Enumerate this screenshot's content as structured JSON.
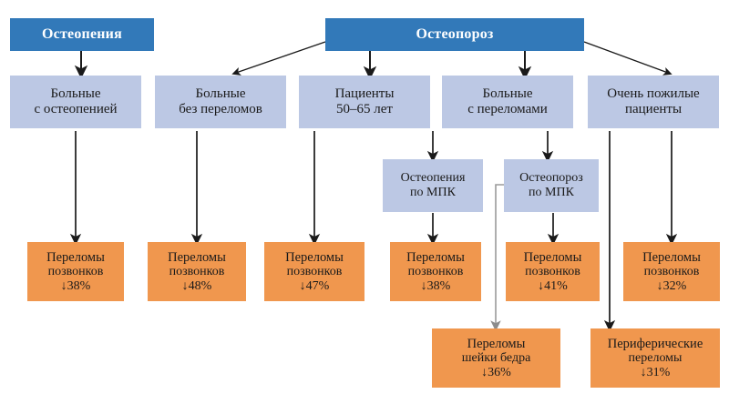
{
  "diagram": {
    "title": "Osteopenia / Osteoporosis fracture risk reduction flowchart",
    "colors": {
      "root_fill": "#3279b9",
      "root_text": "#ffffff",
      "group_fill": "#bcc8e4",
      "outcome_fill": "#f0974e",
      "text": "#1a1a1a",
      "arrow": "#1a1a1a",
      "arrow_gray": "#9a9a9a",
      "background": "#ffffff"
    },
    "roots": [
      {
        "id": "root-osteopenia",
        "label": "Остеопения"
      },
      {
        "id": "root-osteoporosis",
        "label": "Остеопороз"
      }
    ],
    "groups": [
      {
        "id": "group-osteopenia-patients",
        "line1": "Больные",
        "line2": "с остеопенией"
      },
      {
        "id": "group-no-fractures",
        "line1": "Больные",
        "line2": "без переломов"
      },
      {
        "id": "group-age-50-65",
        "line1": "Пациенты",
        "line2": "50–65 лет"
      },
      {
        "id": "group-with-fractures",
        "line1": "Больные",
        "line2": "с переломами"
      },
      {
        "id": "group-very-elderly",
        "line1": "Очень пожилые",
        "line2": "пациенты"
      }
    ],
    "subgroups": [
      {
        "id": "sub-osteopenia-bmd",
        "line1": "Остеопения",
        "line2": "по МПК"
      },
      {
        "id": "sub-osteoporosis-bmd",
        "line1": "Остеопороз",
        "line2": "по МПК"
      }
    ],
    "outcomes": [
      {
        "id": "outcome-vert-38a",
        "line1": "Переломы",
        "line2": "позвонков",
        "line3": "↓38%"
      },
      {
        "id": "outcome-vert-48",
        "line1": "Переломы",
        "line2": "позвонков",
        "line3": "↓48%"
      },
      {
        "id": "outcome-vert-47",
        "line1": "Переломы",
        "line2": "позвонков",
        "line3": "↓47%"
      },
      {
        "id": "outcome-vert-38b",
        "line1": "Переломы",
        "line2": "позвонков",
        "line3": "↓38%"
      },
      {
        "id": "outcome-vert-41",
        "line1": "Переломы",
        "line2": "позвонков",
        "line3": "↓41%"
      },
      {
        "id": "outcome-vert-32",
        "line1": "Переломы",
        "line2": "позвонков",
        "line3": "↓32%"
      },
      {
        "id": "outcome-hip-36",
        "line1": "Переломы",
        "line2": "шейки бедра",
        "line3": "↓36%"
      },
      {
        "id": "outcome-periph-31",
        "line1": "Периферические",
        "line2": "переломы",
        "line3": "↓31%"
      }
    ]
  }
}
